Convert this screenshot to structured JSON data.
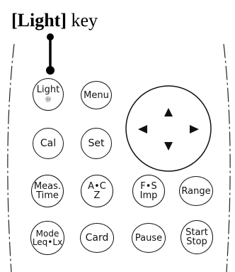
{
  "callout": {
    "key_text": "[Light]",
    "suffix_text": " key"
  },
  "buttons": {
    "light": {
      "label": "Light",
      "symbol": "☼"
    },
    "menu": {
      "label": "Menu"
    },
    "cal": {
      "label": "Cal"
    },
    "set": {
      "label": "Set"
    },
    "meas_time": {
      "line1": "Meas.",
      "line2": "Time"
    },
    "ac_z": {
      "line1": "A•C",
      "line2": "Z"
    },
    "fs_imp": {
      "line1": "F•S",
      "line2": "Imp"
    },
    "range": {
      "label": "Range"
    },
    "mode": {
      "line1": "Mode",
      "line2": "Leq•Lx"
    },
    "card": {
      "label": "Card"
    },
    "pause": {
      "label": "Pause"
    },
    "start_stop": {
      "line1": "Start",
      "line2": "Stop"
    }
  },
  "dpad": {
    "up_icon": "arrow-up-icon",
    "down_icon": "arrow-down-icon",
    "left_icon": "arrow-left-icon",
    "right_icon": "arrow-right-icon"
  }
}
